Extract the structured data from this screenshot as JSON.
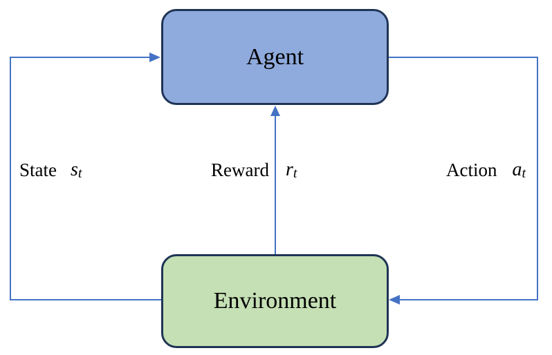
{
  "diagram": {
    "type": "reinforcement-learning-loop",
    "nodes": {
      "agent": {
        "label": "Agent",
        "fill": "#8faadc",
        "border": "#1f3455"
      },
      "environment": {
        "label": "Environment",
        "fill": "#c5e0b4",
        "border": "#1f3455"
      }
    },
    "edges": {
      "state": {
        "word": "State",
        "var": "s",
        "sub": "t",
        "from": "environment",
        "to": "agent"
      },
      "reward": {
        "word": "Reward",
        "var": "r",
        "sub": "t",
        "from": "environment",
        "to": "agent"
      },
      "action": {
        "word": "Action",
        "var": "a",
        "sub": "t",
        "from": "agent",
        "to": "environment"
      }
    },
    "connector_color": "#4472c4",
    "text_color": "#000000",
    "background_color": "#ffffff"
  }
}
